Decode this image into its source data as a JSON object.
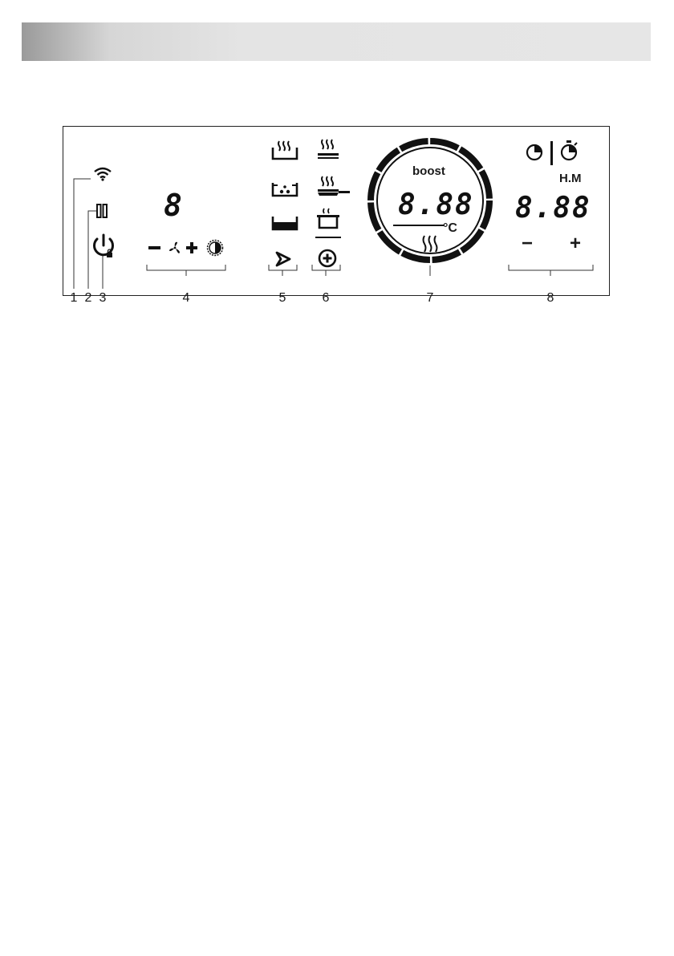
{
  "panel": {
    "fan_digit": "8",
    "cook_display": "8.88",
    "boost_label": "boost",
    "celsius_label": "°C",
    "timer_display": "8.88",
    "timer_units": "H.M",
    "timer_minus": "−",
    "timer_plus": "+"
  },
  "callouts": [
    "1",
    "2",
    "3",
    "4",
    "5",
    "6",
    "7",
    "8"
  ],
  "icons": {
    "1": "wifi-icon",
    "2": "pause-icon",
    "3": "power-lock-icon",
    "4": [
      "minus-icon",
      "fan-icon",
      "plus-icon",
      "lamp-dimmer-icon"
    ],
    "5": [
      "steam-tray-icon",
      "pan-water-icon",
      "tray-icon",
      "start-icon"
    ],
    "6": [
      "grill-plate-icon",
      "frying-pan-icon",
      "pot-icon",
      "add-icon"
    ],
    "7": [
      "boost-ring",
      "heat-icon"
    ],
    "8": [
      "timer-icon",
      "stopwatch-icon"
    ]
  }
}
